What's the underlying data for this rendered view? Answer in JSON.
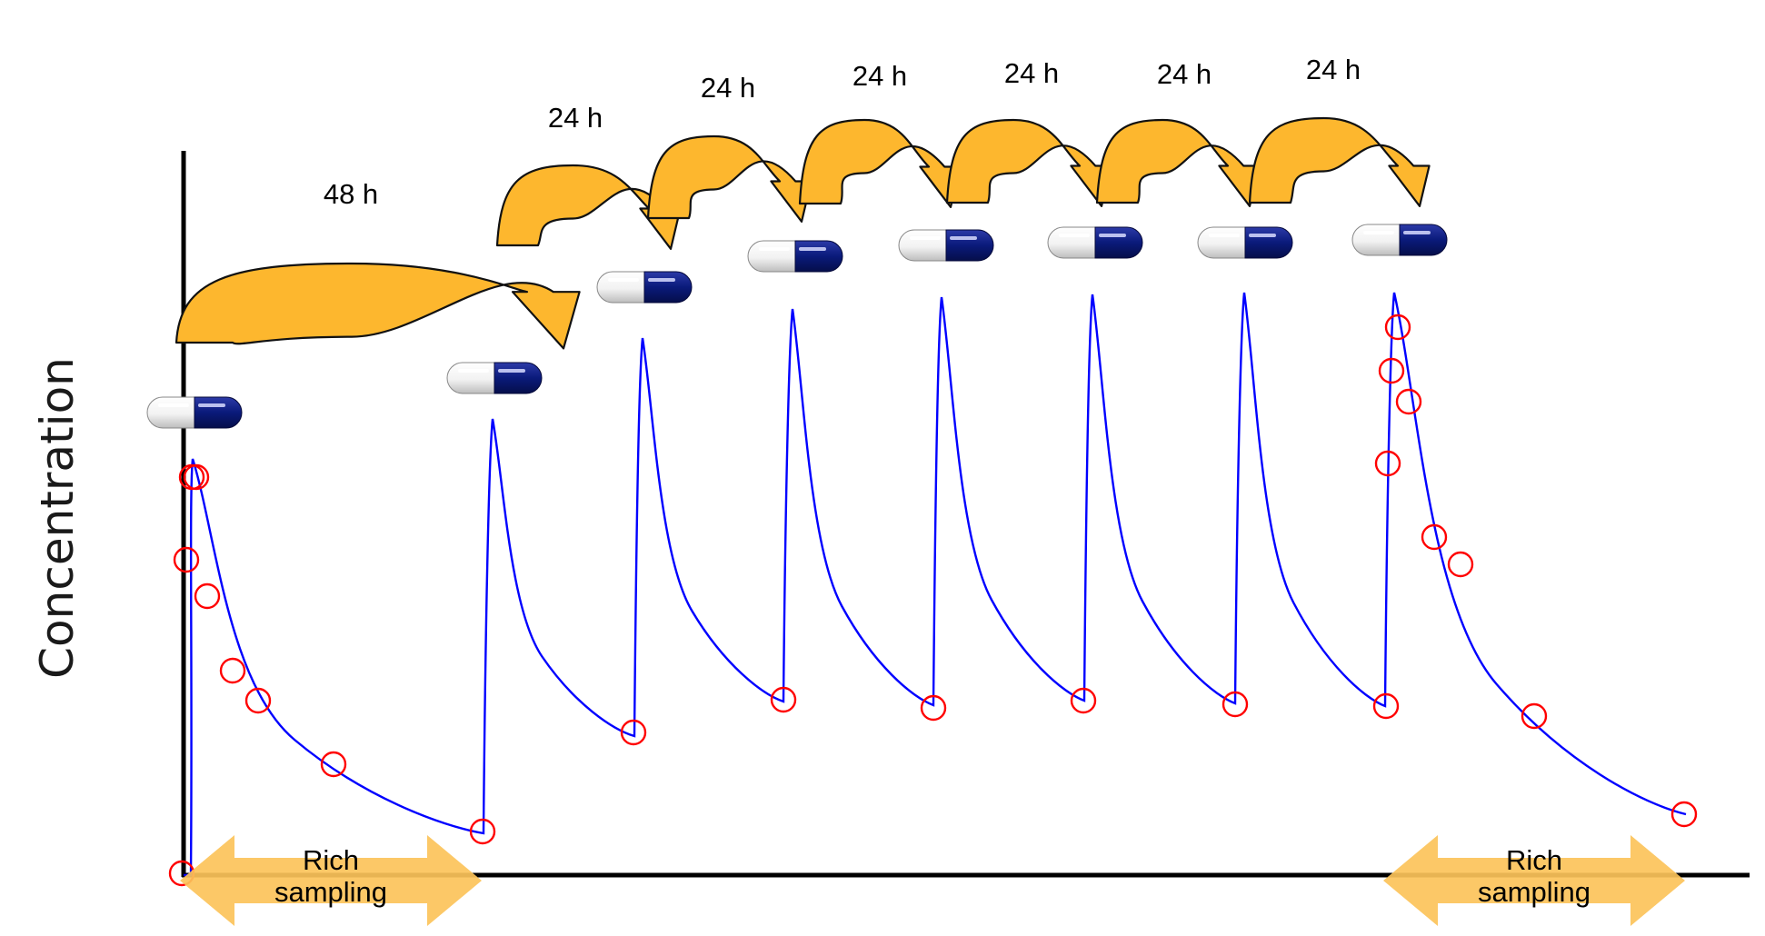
{
  "y_axis_label": "Concentration",
  "intervals": [
    {
      "label": "48 h"
    },
    {
      "label": "24 h"
    },
    {
      "label": "24 h"
    },
    {
      "label": "24 h"
    },
    {
      "label": "24 h"
    },
    {
      "label": "24 h"
    },
    {
      "label": "24 h"
    }
  ],
  "sampling_regions": [
    {
      "line1": "Rich",
      "line2": "sampling"
    },
    {
      "line1": "Rich",
      "line2": "sampling"
    }
  ],
  "colors": {
    "curve": "#0000ff",
    "sample_marker": "#ff0000",
    "arrow_fill": "#fdb72e",
    "sampling_arrow_fill": "#fcc35a",
    "capsule_dark": "#0a1a7a",
    "capsule_light": "#e6e6e6",
    "axis": "#000000"
  },
  "icons": [
    "capsule-icon",
    "curved-arrow-icon",
    "double-arrow-icon"
  ]
}
